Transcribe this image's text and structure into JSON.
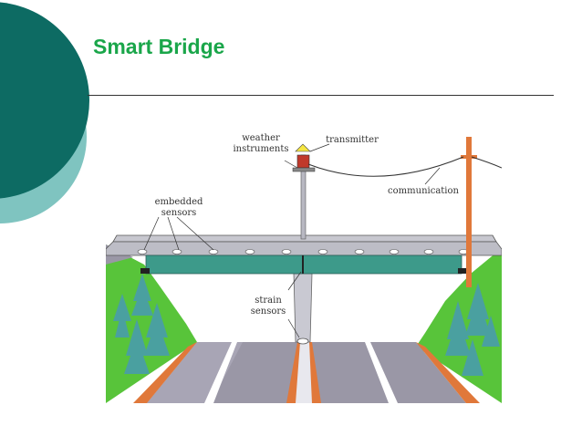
{
  "slide": {
    "title": "Smart Bridge"
  },
  "illustration": {
    "labels": {
      "weather_line1": "weather",
      "weather_line2": "instruments",
      "transmitter": "transmitter",
      "communication": "communication",
      "embedded_line1": "embedded",
      "embedded_line2": "sensors",
      "strain_line1": "strain",
      "strain_line2": "sensors"
    }
  },
  "colors": {
    "title": "#1aa64a",
    "deco_dark": "#0d6b63",
    "deco_light": "#7fc4c0",
    "girder": "#3d9a8a",
    "grass": "#5ec83a",
    "road": "#9a97a6",
    "pole": "#e0783a"
  }
}
